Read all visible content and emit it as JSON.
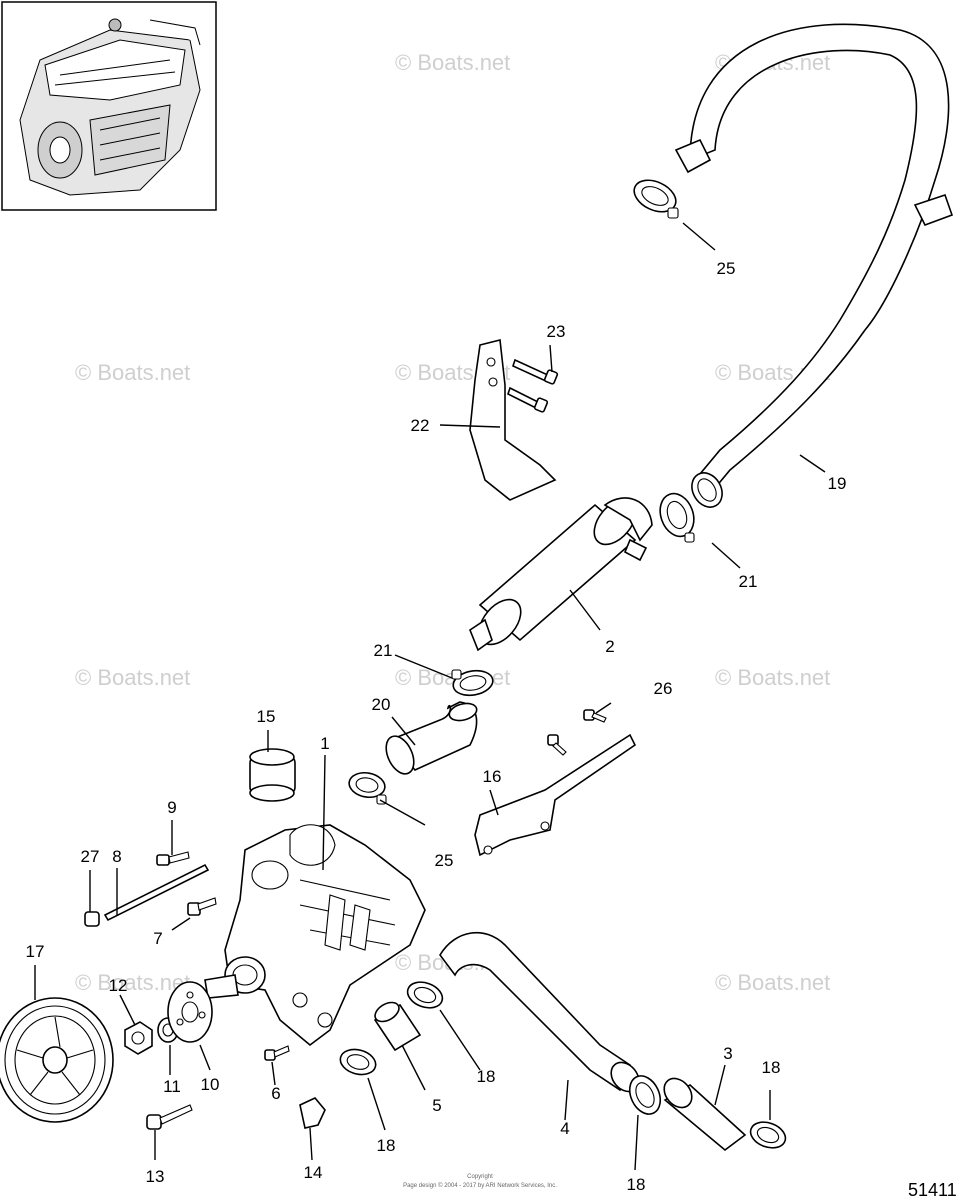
{
  "figure_number": "51411",
  "watermark": "© Boats.net",
  "copyright_line1": "Copyright",
  "copyright_line2": "Page design © 2004 - 2017 by ARI Network Services, Inc.",
  "labels": {
    "p1": "1",
    "p2": "2",
    "p3": "3",
    "p4": "4",
    "p5": "5",
    "p6": "6",
    "p7": "7",
    "p8": "8",
    "p9": "9",
    "p10": "10",
    "p11": "11",
    "p12": "12",
    "p13": "13",
    "p14": "14",
    "p15": "15",
    "p16": "16",
    "p17": "17",
    "p18a": "18",
    "p18b": "18",
    "p18c": "18",
    "p18d": "18",
    "p19": "19",
    "p20": "20",
    "p21a": "21",
    "p21b": "21",
    "p22": "22",
    "p23": "23",
    "p25a": "25",
    "p25b": "25",
    "p26": "26",
    "p27": "27"
  }
}
